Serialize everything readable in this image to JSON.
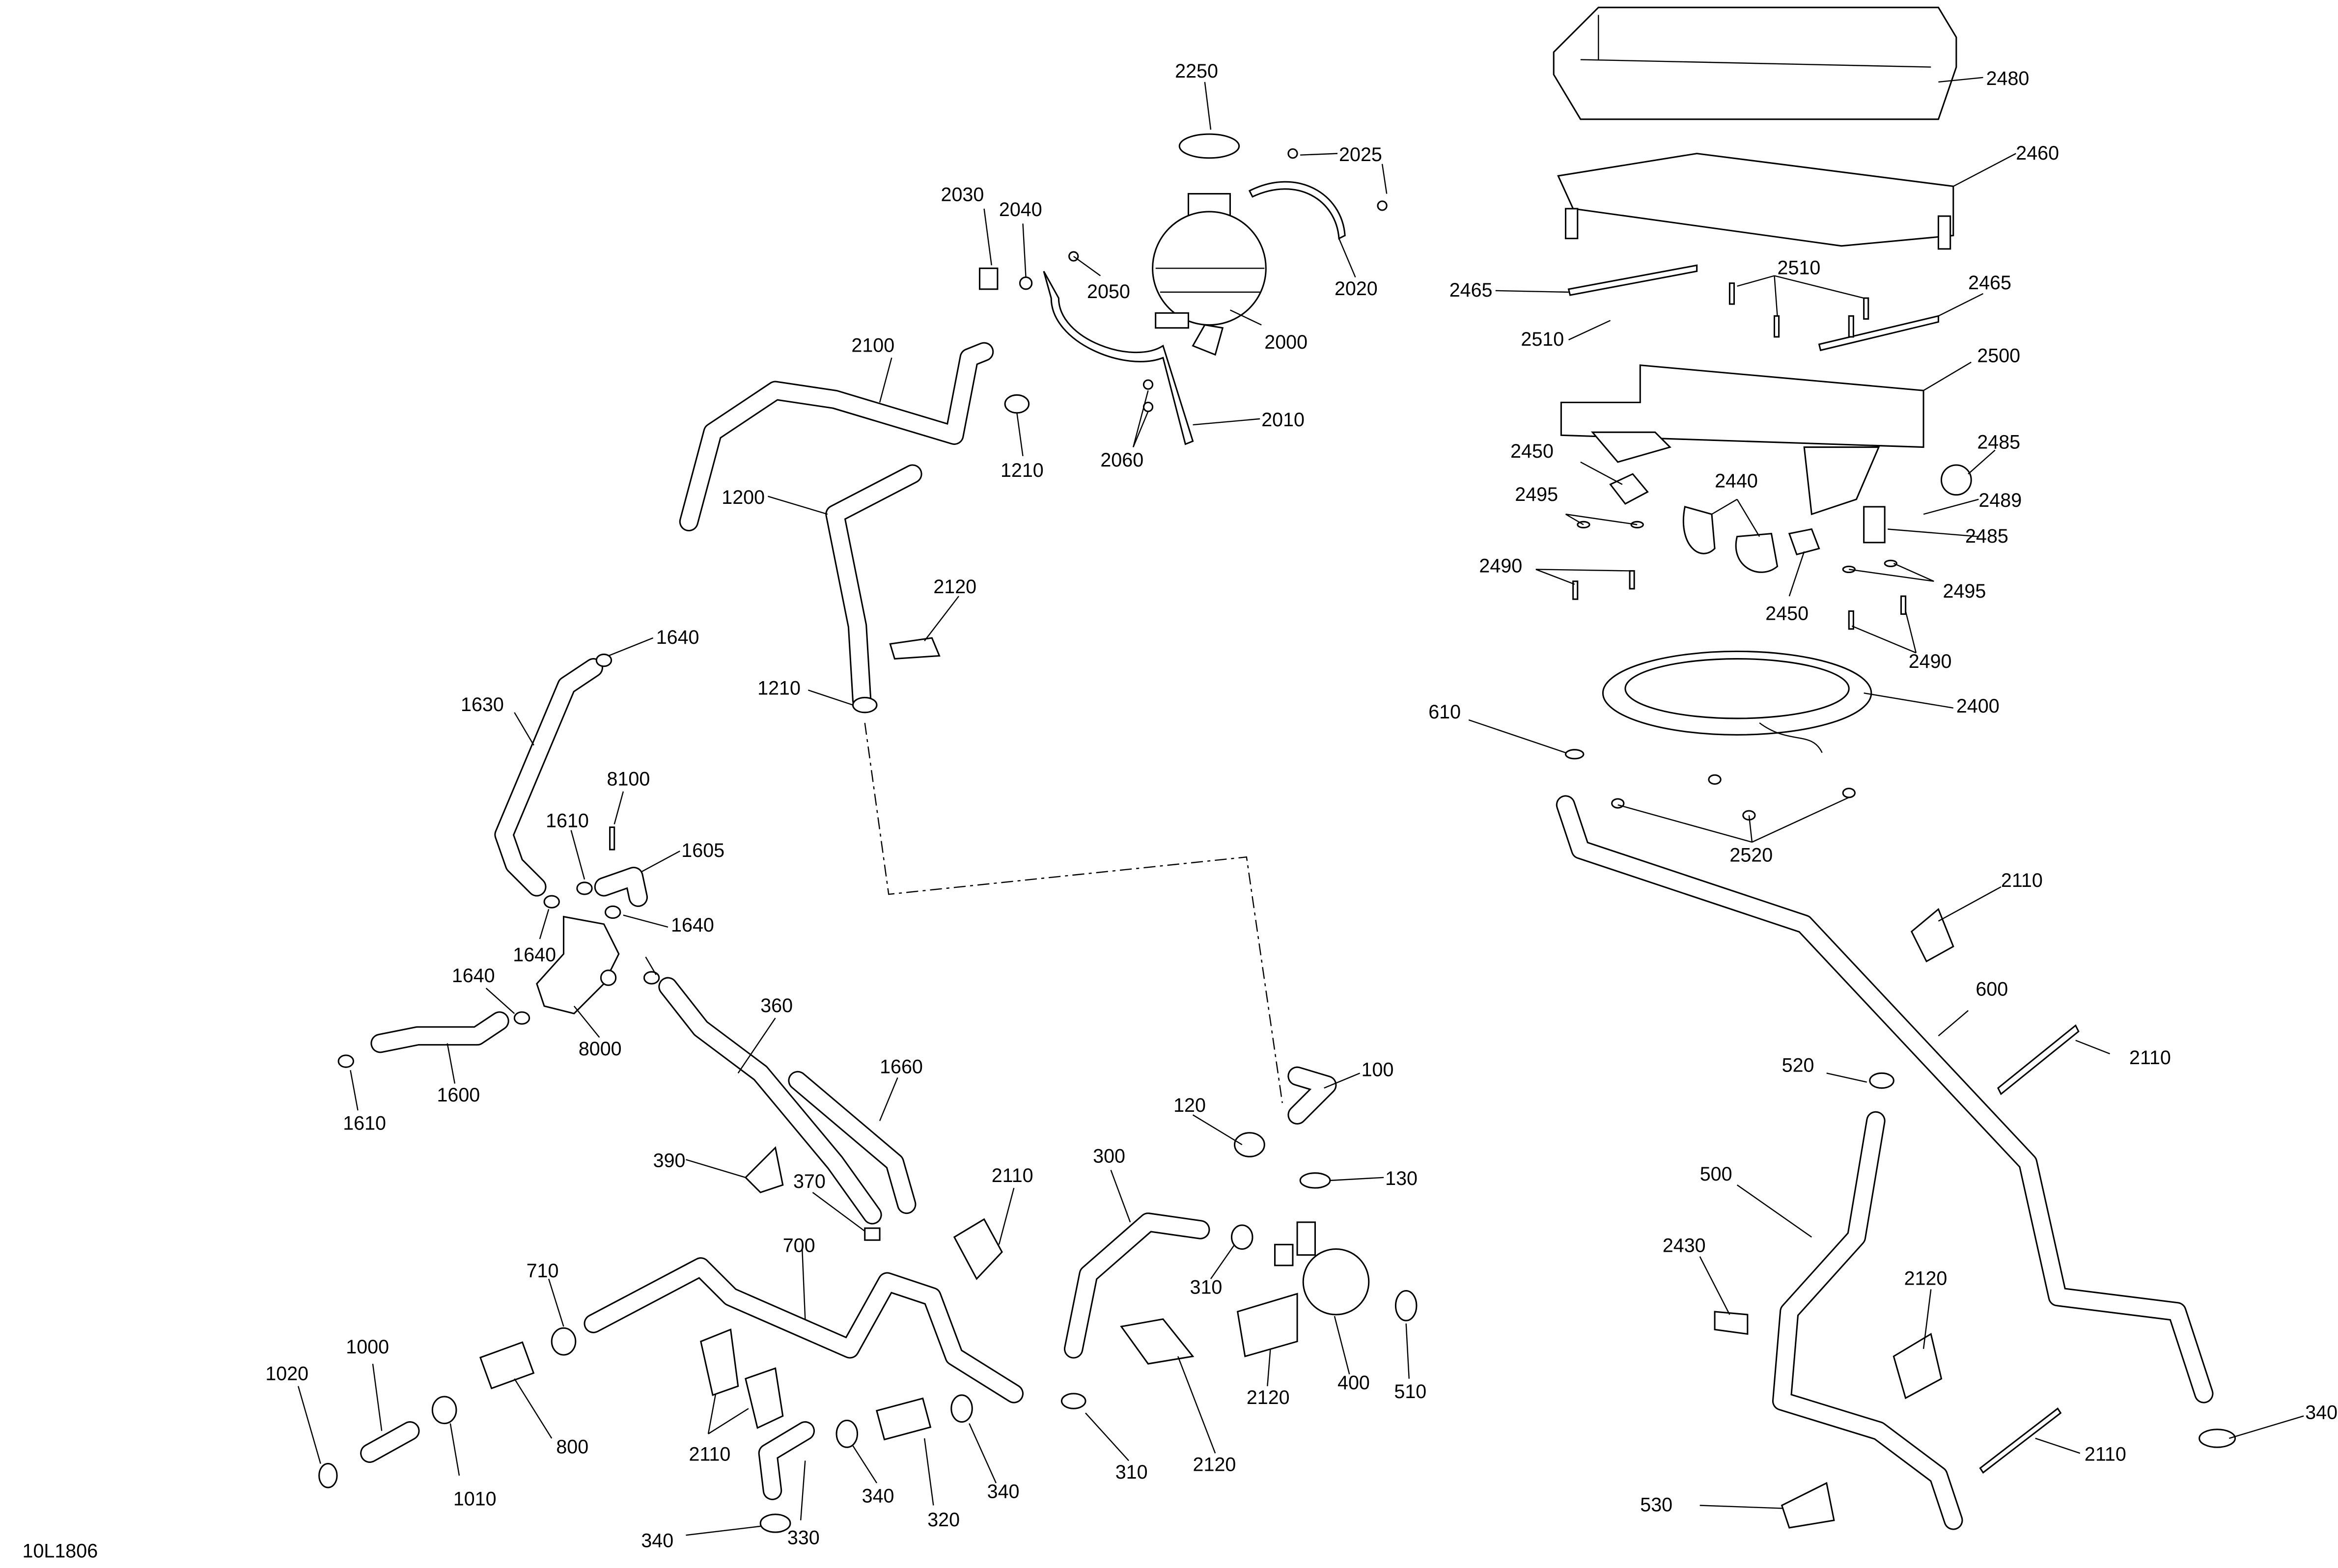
{
  "diagram": {
    "reference_code": "10L1806",
    "callouts": [
      {
        "id": "c-2250",
        "label": "2250"
      },
      {
        "id": "c-2025",
        "label": "2025"
      },
      {
        "id": "c-2030",
        "label": "2030"
      },
      {
        "id": "c-2040",
        "label": "2040"
      },
      {
        "id": "c-2050",
        "label": "2050"
      },
      {
        "id": "c-2020",
        "label": "2020"
      },
      {
        "id": "c-2000",
        "label": "2000"
      },
      {
        "id": "c-2100",
        "label": "2100"
      },
      {
        "id": "c-2010",
        "label": "2010"
      },
      {
        "id": "c-1210a",
        "label": "1210"
      },
      {
        "id": "c-2060",
        "label": "2060"
      },
      {
        "id": "c-1200",
        "label": "1200"
      },
      {
        "id": "c-2120a",
        "label": "2120"
      },
      {
        "id": "c-1210b",
        "label": "1210"
      },
      {
        "id": "c-1640a",
        "label": "1640"
      },
      {
        "id": "c-1630",
        "label": "1630"
      },
      {
        "id": "c-8100",
        "label": "8100"
      },
      {
        "id": "c-1610a",
        "label": "1610"
      },
      {
        "id": "c-1605",
        "label": "1605"
      },
      {
        "id": "c-1640b",
        "label": "1640"
      },
      {
        "id": "c-1640c",
        "label": "1640"
      },
      {
        "id": "c-1640d",
        "label": "1640"
      },
      {
        "id": "c-8000",
        "label": "8000"
      },
      {
        "id": "c-1600",
        "label": "1600"
      },
      {
        "id": "c-1610b",
        "label": "1610"
      },
      {
        "id": "c-360",
        "label": "360"
      },
      {
        "id": "c-1660",
        "label": "1660"
      },
      {
        "id": "c-390",
        "label": "390"
      },
      {
        "id": "c-370",
        "label": "370"
      },
      {
        "id": "c-2110a",
        "label": "2110"
      },
      {
        "id": "c-300",
        "label": "300"
      },
      {
        "id": "c-120",
        "label": "120"
      },
      {
        "id": "c-100",
        "label": "100"
      },
      {
        "id": "c-130",
        "label": "130"
      },
      {
        "id": "c-310a",
        "label": "310"
      },
      {
        "id": "c-710",
        "label": "710"
      },
      {
        "id": "c-700",
        "label": "700"
      },
      {
        "id": "c-1000",
        "label": "1000"
      },
      {
        "id": "c-1020",
        "label": "1020"
      },
      {
        "id": "c-800",
        "label": "800"
      },
      {
        "id": "c-1010",
        "label": "1010"
      },
      {
        "id": "c-2110b",
        "label": "2110"
      },
      {
        "id": "c-340a",
        "label": "340"
      },
      {
        "id": "c-320",
        "label": "320"
      },
      {
        "id": "c-340b",
        "label": "340"
      },
      {
        "id": "c-330",
        "label": "330"
      },
      {
        "id": "c-340c",
        "label": "340"
      },
      {
        "id": "c-310b",
        "label": "310"
      },
      {
        "id": "c-2120b",
        "label": "2120"
      },
      {
        "id": "c-2120c",
        "label": "2120"
      },
      {
        "id": "c-400",
        "label": "400"
      },
      {
        "id": "c-510",
        "label": "510"
      },
      {
        "id": "c-2480",
        "label": "2480"
      },
      {
        "id": "c-2460",
        "label": "2460"
      },
      {
        "id": "c-2465a",
        "label": "2465"
      },
      {
        "id": "c-2510a",
        "label": "2510"
      },
      {
        "id": "c-2465b",
        "label": "2465"
      },
      {
        "id": "c-2510b",
        "label": "2510"
      },
      {
        "id": "c-2500",
        "label": "2500"
      },
      {
        "id": "c-2450a",
        "label": "2450"
      },
      {
        "id": "c-2485a",
        "label": "2485"
      },
      {
        "id": "c-2495a",
        "label": "2495"
      },
      {
        "id": "c-2440",
        "label": "2440"
      },
      {
        "id": "c-2489",
        "label": "2489"
      },
      {
        "id": "c-2485b",
        "label": "2485"
      },
      {
        "id": "c-2490a",
        "label": "2490"
      },
      {
        "id": "c-2450b",
        "label": "2450"
      },
      {
        "id": "c-2495b",
        "label": "2495"
      },
      {
        "id": "c-2490b",
        "label": "2490"
      },
      {
        "id": "c-2400",
        "label": "2400"
      },
      {
        "id": "c-610",
        "label": "610"
      },
      {
        "id": "c-2520",
        "label": "2520"
      },
      {
        "id": "c-2110c",
        "label": "2110"
      },
      {
        "id": "c-600",
        "label": "600"
      },
      {
        "id": "c-2110d",
        "label": "2110"
      },
      {
        "id": "c-520",
        "label": "520"
      },
      {
        "id": "c-500",
        "label": "500"
      },
      {
        "id": "c-2430",
        "label": "2430"
      },
      {
        "id": "c-2120d",
        "label": "2120"
      },
      {
        "id": "c-340d",
        "label": "340"
      },
      {
        "id": "c-530",
        "label": "530"
      },
      {
        "id": "c-2110e",
        "label": "2110"
      }
    ]
  }
}
